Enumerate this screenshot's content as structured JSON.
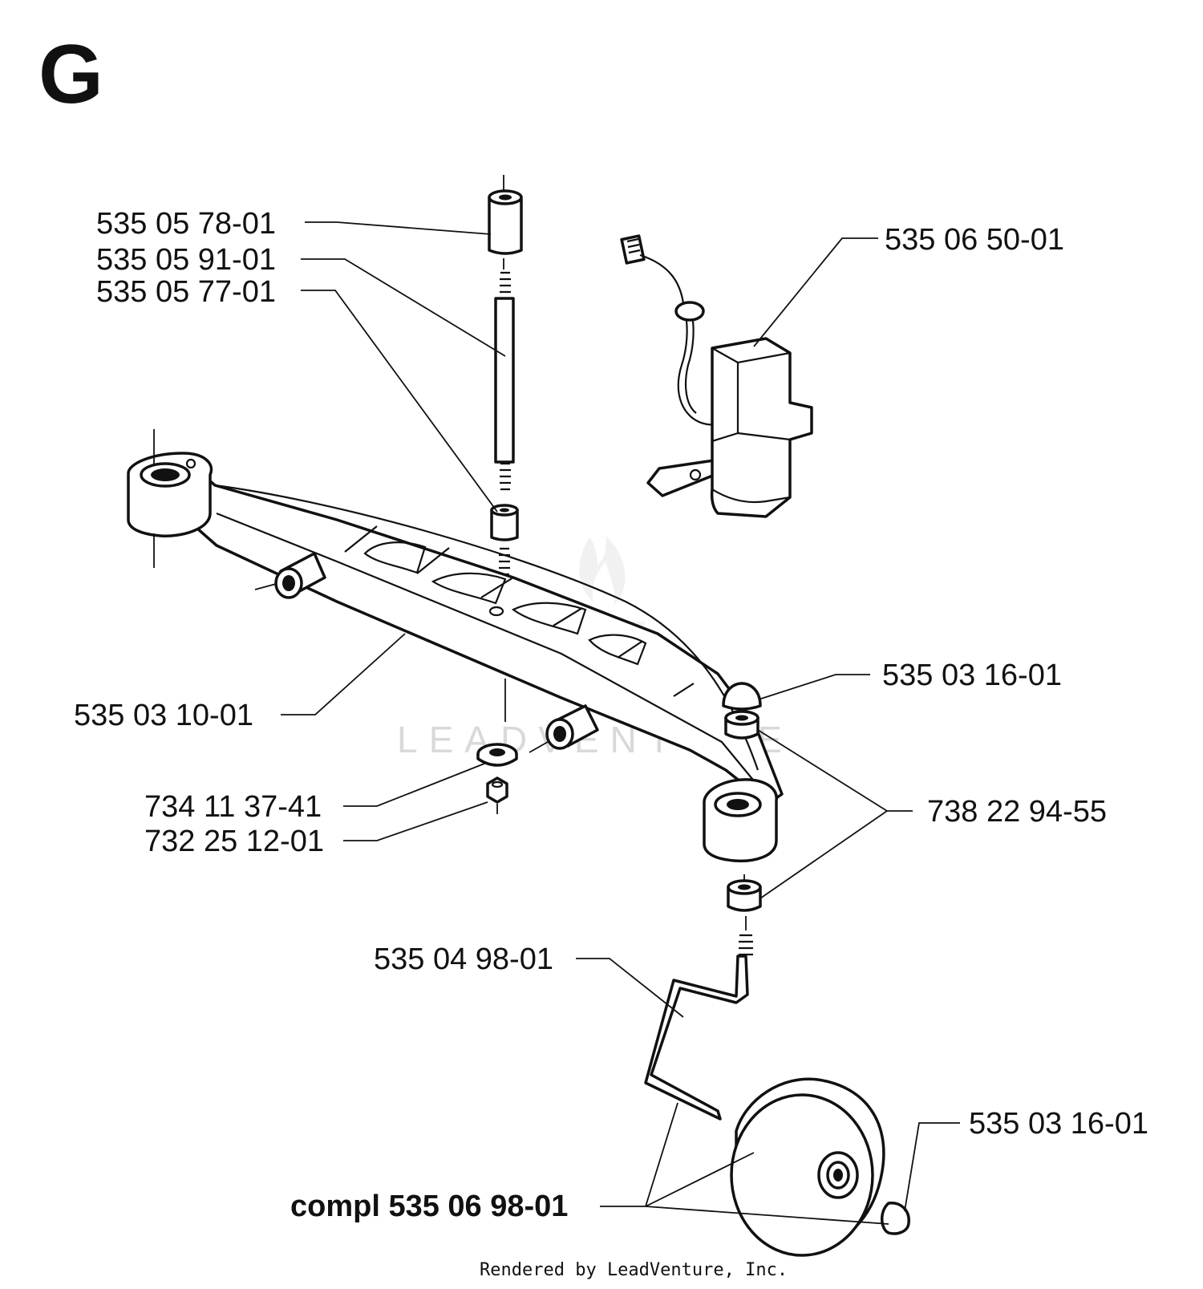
{
  "section_letter": "G",
  "watermark": "LEADVENTURE",
  "footer": "Rendered by LeadVenture, Inc.",
  "callouts": {
    "spacer_top": "535 05 78-01",
    "stud_shaft": "535 05 91-01",
    "spacer_lower": "535 05 77-01",
    "sensor_switch": "535 06 50-01",
    "axle_arm": "535 03 10-01",
    "cap_top": "535 03 16-01",
    "washer": "734 11 37-41",
    "nut": "732 25 12-01",
    "bushing": "738 22 94-55",
    "wheel_shaft": "535 04 98-01",
    "cap_wheel": "535 03 16-01",
    "wheel_assembly": "compl 535 06 98-01"
  }
}
